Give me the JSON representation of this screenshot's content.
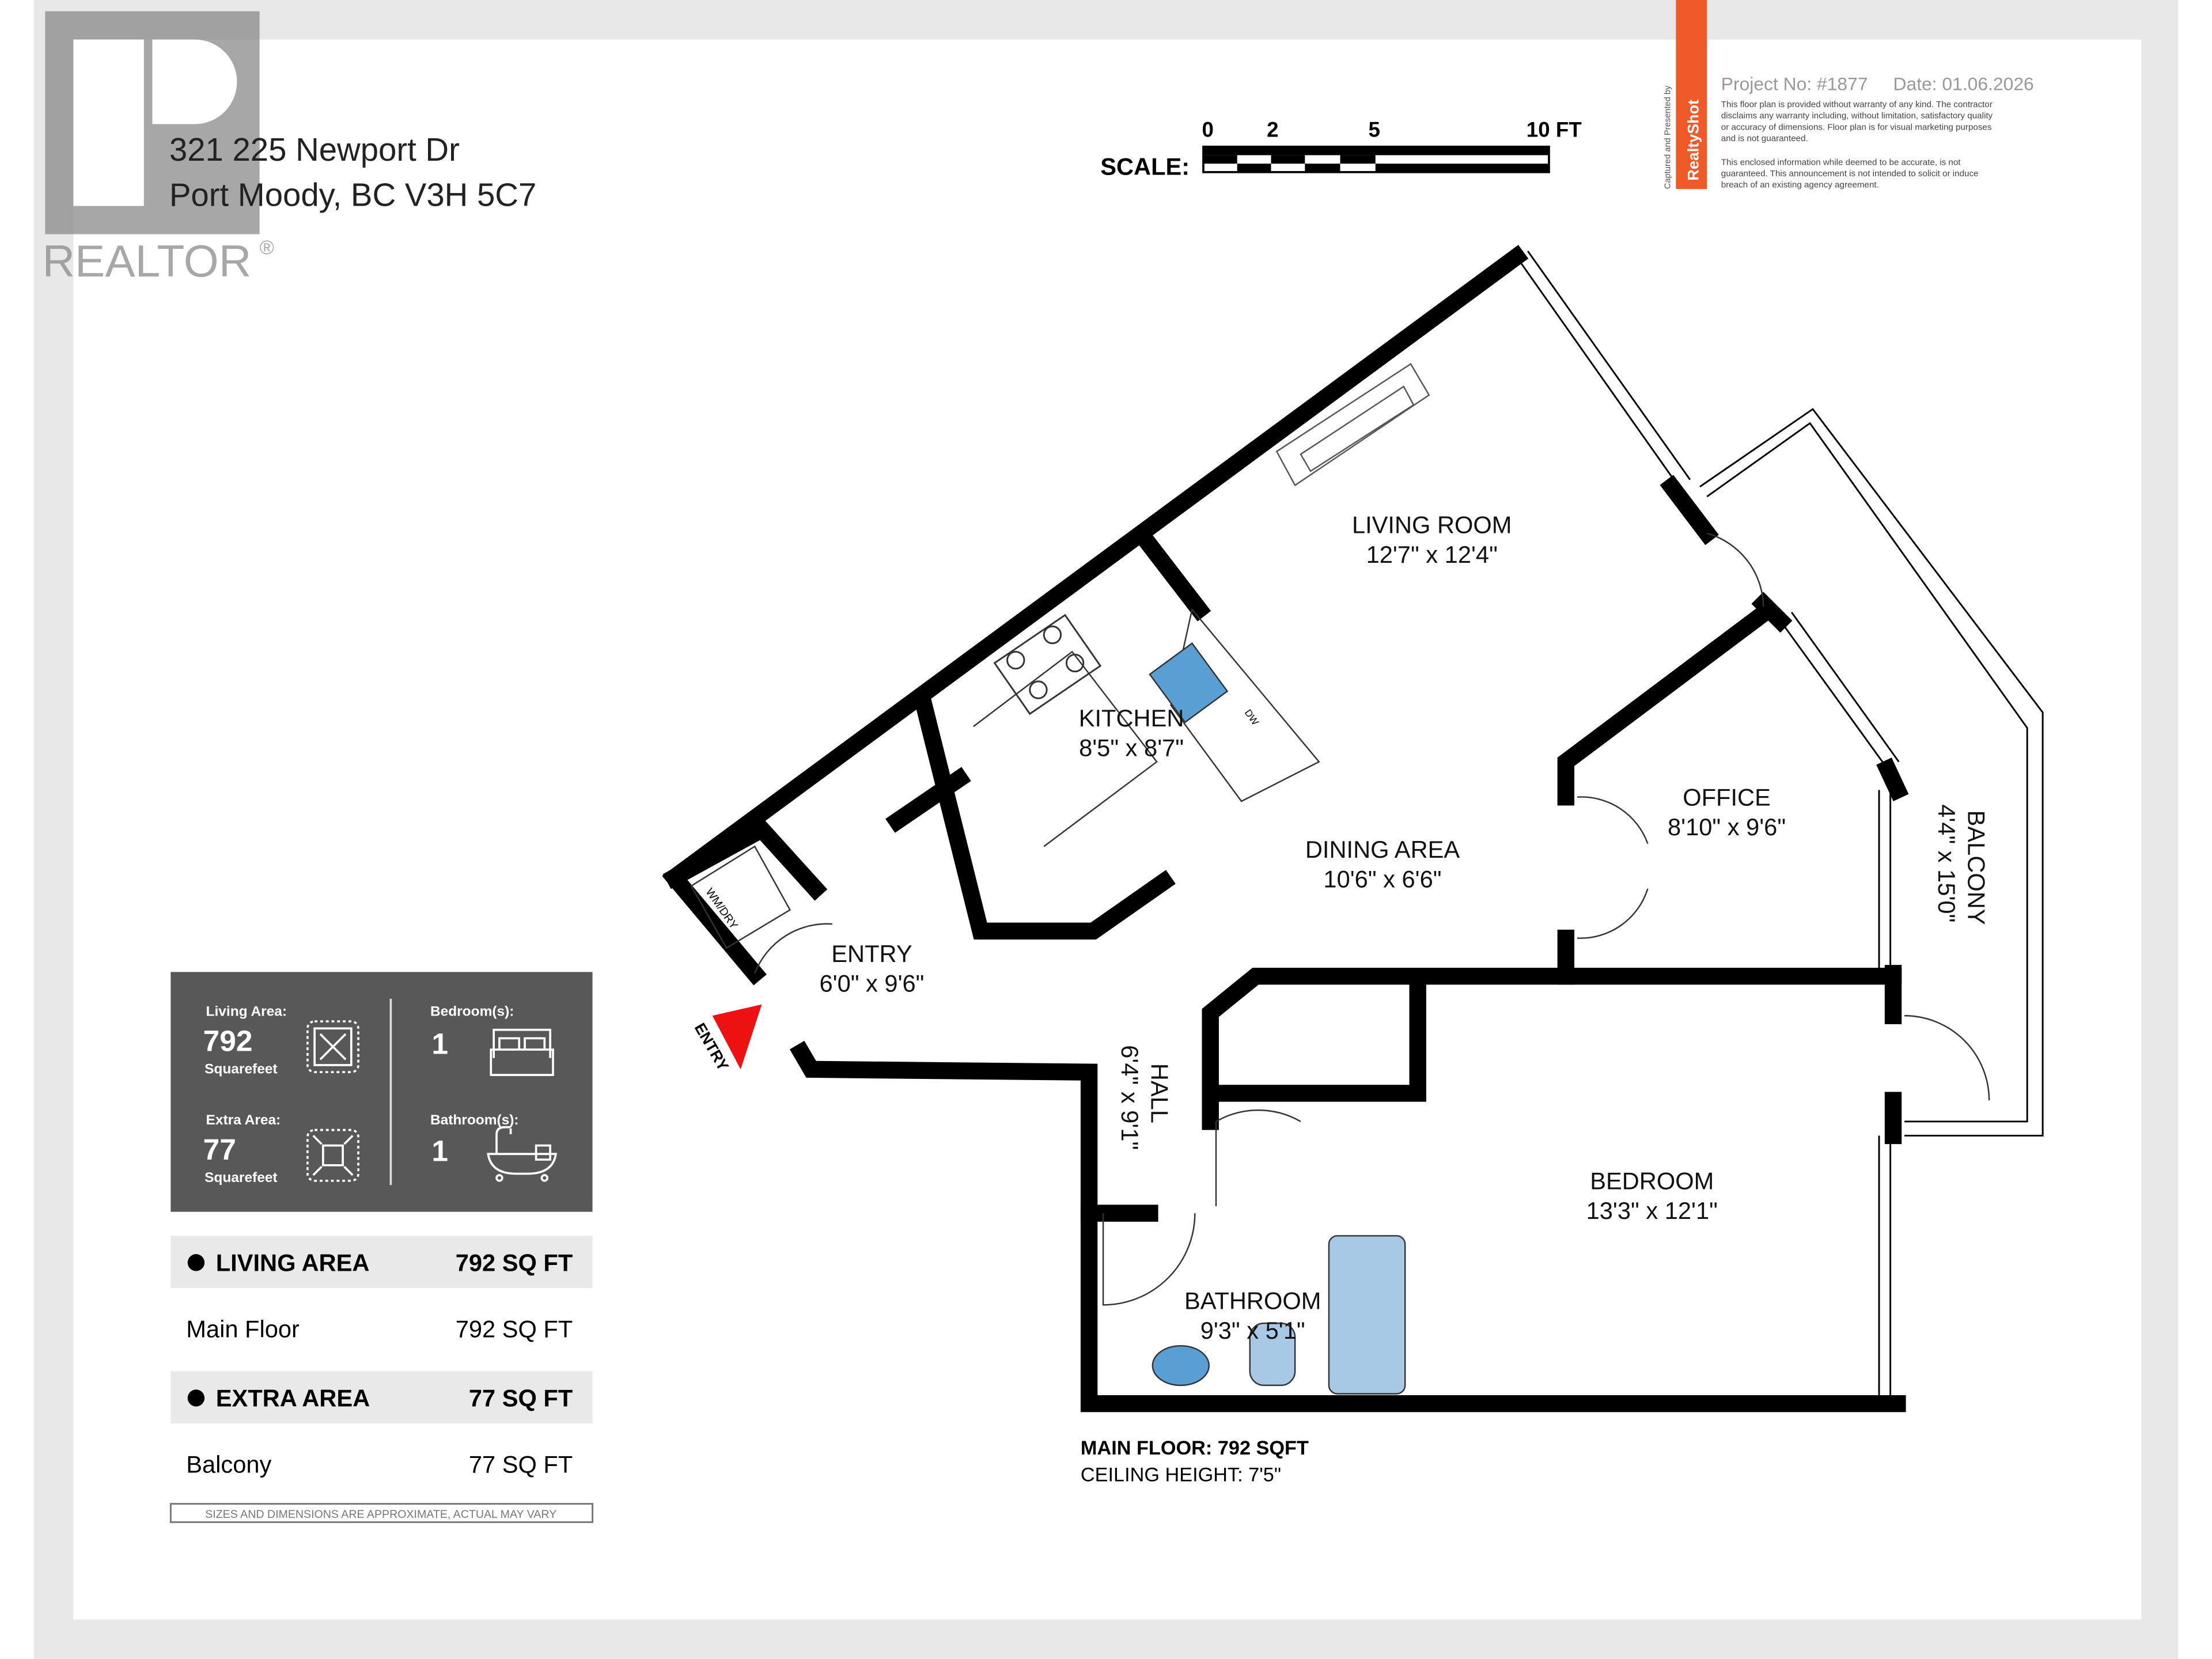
{
  "logo": {
    "text": "REALTOR",
    "mark": "®"
  },
  "address": {
    "line1": "321 225 Newport Dr",
    "line2": "Port Moody, BC V3H 5C7"
  },
  "scale": {
    "label": "SCALE:",
    "ticks": [
      "0",
      "2",
      "5",
      "10 FT"
    ]
  },
  "branding": {
    "vertical_caption": "Captured and Presented by",
    "brand": "RealtyShot",
    "brand_color": "#f05a28",
    "project": "Project No: #1877",
    "date": "Date: 01.06.2026",
    "disclaimer1": [
      "This floor plan is provided without warranty of any kind. The contractor",
      "disclaims any warranty including, without limitation, satisfactory quality",
      "or accuracy of dimensions. Floor plan is for visual marketing purposes",
      "and is not guaranteed."
    ],
    "disclaimer2": [
      "This enclosed information while deemed to be accurate, is not",
      "guaranteed. This announcement is not intended to solicit or induce",
      "breach of an existing agency agreement."
    ]
  },
  "summary": {
    "living_label": "Living Area:",
    "living_value": "792",
    "living_unit": "Squarefeet",
    "extra_label": "Extra Area:",
    "extra_value": "77",
    "extra_unit": "Squarefeet",
    "bed_label": "Bedroom(s):",
    "bed_value": "1",
    "bath_label": "Bathroom(s):",
    "bath_value": "1"
  },
  "areas": [
    {
      "name": "LIVING AREA",
      "value": "792 SQ FT",
      "header": true
    },
    {
      "name": "Main Floor",
      "value": "792 SQ FT",
      "header": false
    },
    {
      "name": "EXTRA AREA",
      "value": "77 SQ FT",
      "header": true
    },
    {
      "name": "Balcony",
      "value": "77 SQ FT",
      "header": false
    }
  ],
  "footnote": "SIZES AND DIMENSIONS ARE APPROXIMATE, ACTUAL MAY VARY",
  "rooms": {
    "living": {
      "name": "LIVING ROOM",
      "dim": "12'7\" x 12'4\""
    },
    "kitchen": {
      "name": "KITCHEN",
      "dim": "8'5\" x 8'7\""
    },
    "dining": {
      "name": "DINING AREA",
      "dim": "10'6\" x 6'6\""
    },
    "office": {
      "name": "OFFICE",
      "dim": "8'10\" x 9'6\""
    },
    "balcony": {
      "name": "BALCONY",
      "dim": "4'4\" x 15'0\""
    },
    "entry": {
      "name": "ENTRY",
      "dim": "6'0\" x 9'6\""
    },
    "hall": {
      "name": "HALL",
      "dim": "6'4\" x 9'1\""
    },
    "bedroom": {
      "name": "BEDROOM",
      "dim": "13'3\" x 12'1\""
    },
    "bathroom": {
      "name": "BATHROOM",
      "dim": "9'3\" x 5'1\""
    }
  },
  "fixtures": {
    "laundry": "WM/DRY",
    "dishwasher": "DW",
    "entry_marker": "ENTRY"
  },
  "floor_info": {
    "main": "MAIN FLOOR: 792 SQFT",
    "ceiling": "CEILING HEIGHT: 7'5\""
  }
}
